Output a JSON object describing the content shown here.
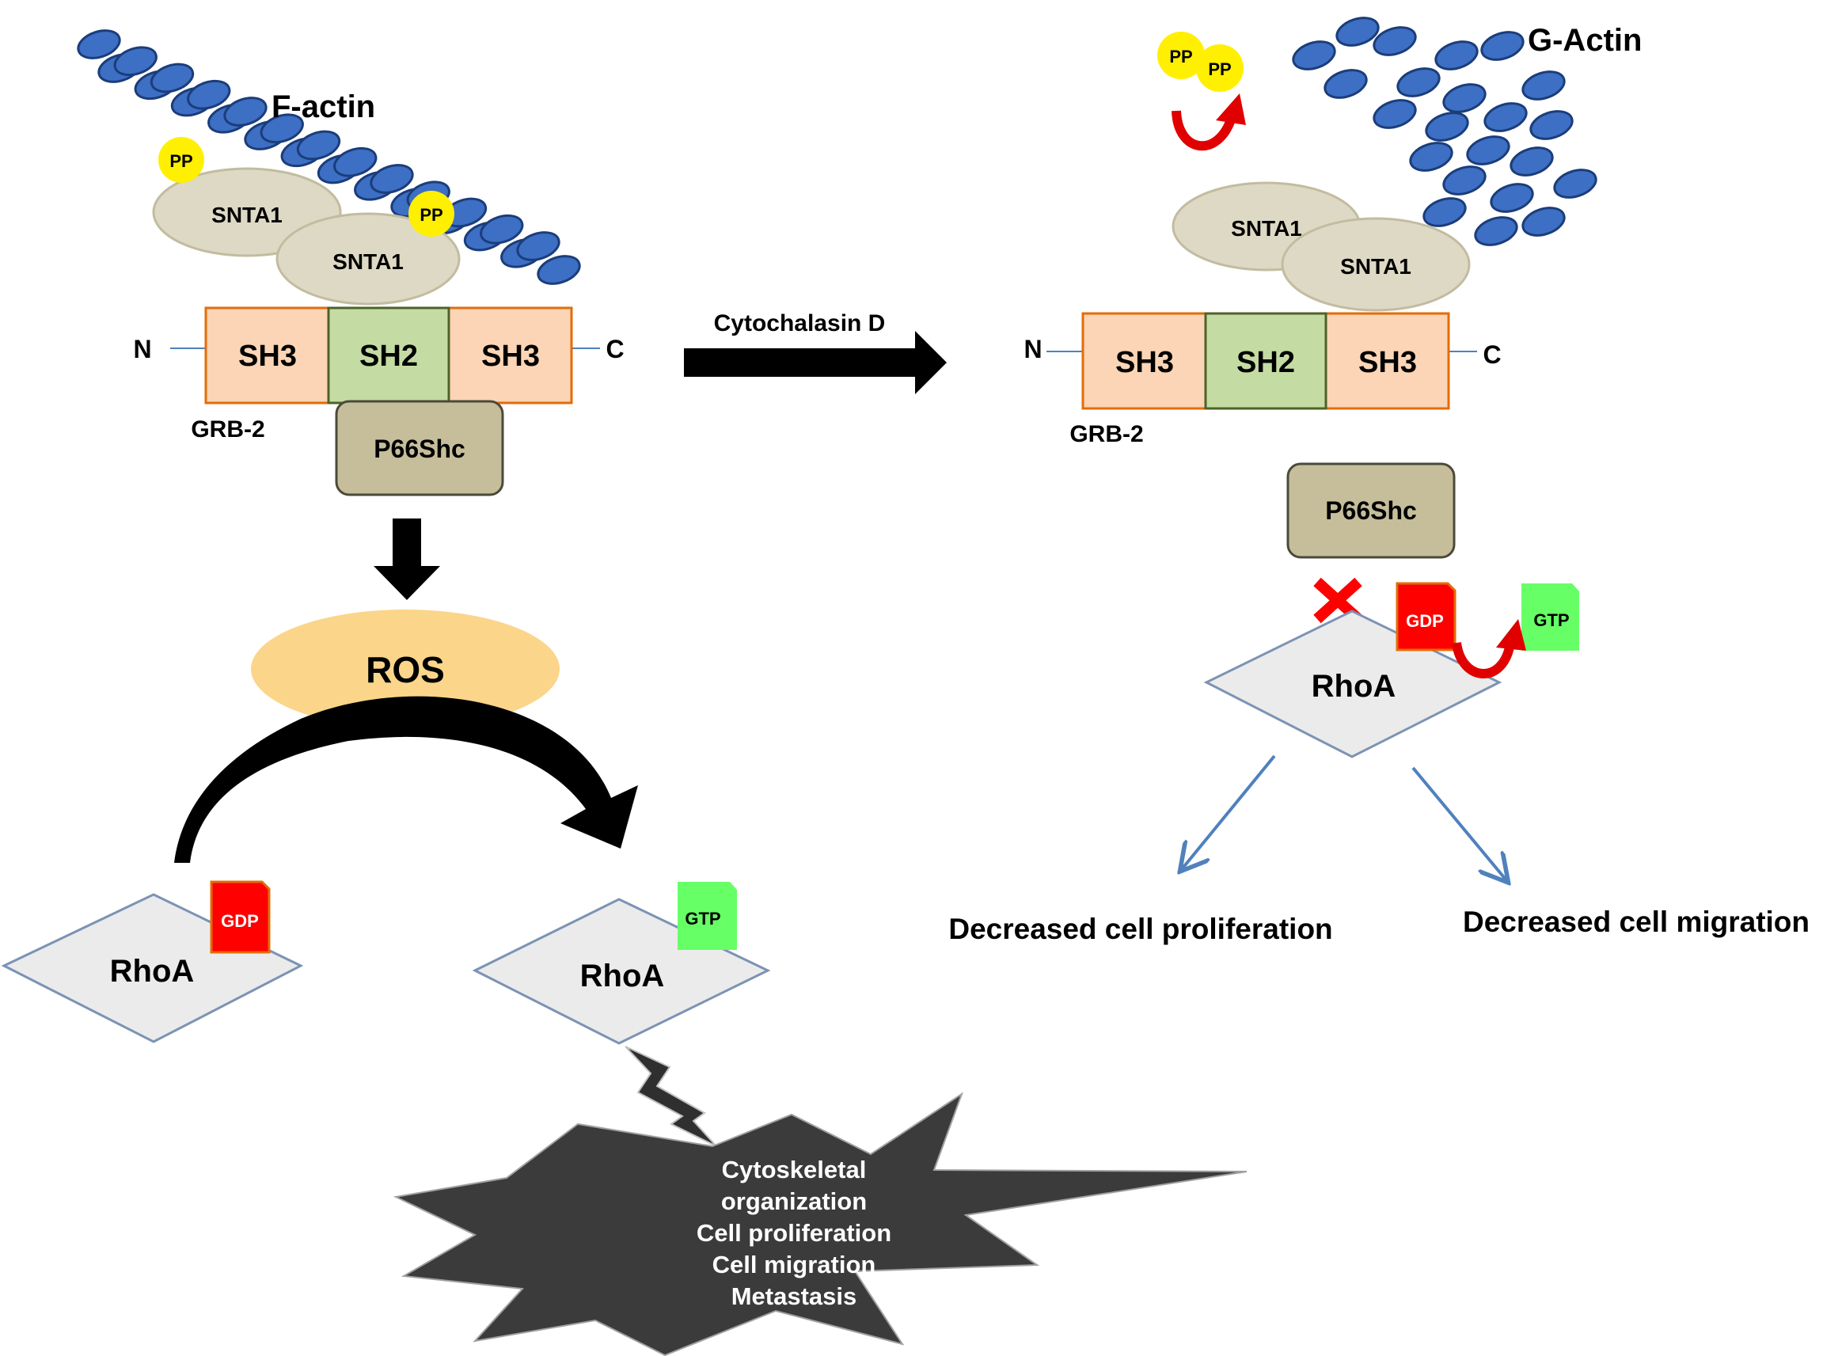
{
  "left_panel": {
    "f_actin_label": "F-actin",
    "pp_label": "PP",
    "snta1_label": "SNTA1",
    "grb2": {
      "n_label": "N",
      "c_label": "C",
      "sh3_label": "SH3",
      "sh2_label": "SH2",
      "name": "GRB-2"
    },
    "p66shc_label": "P66Shc",
    "ros_label": "ROS",
    "rhoa_label": "RhoA",
    "gdp_label": "GDP",
    "gtp_label": "GTP",
    "outcomes": {
      "line1": "Cytoskeletal",
      "line2": "organization",
      "line3": "Cell proliferation",
      "line4": "Cell migration",
      "line5": "Metastasis"
    }
  },
  "treatment_label": "Cytochalasin D",
  "right_panel": {
    "g_actin_label": "G-Actin",
    "pp_label": "PP",
    "snta1_label": "SNTA1",
    "grb2": {
      "n_label": "N",
      "c_label": "C",
      "sh3_label": "SH3",
      "sh2_label": "SH2",
      "name": "GRB-2"
    },
    "p66shc_label": "P66Shc",
    "rhoa_label": "RhoA",
    "gdp_label": "GDP",
    "gtp_label": "GTP",
    "decreased_proliferation": "Decreased cell proliferation",
    "decreased_migration": "Decreased cell migration"
  },
  "colors": {
    "actin_fill": "#3d6fc4",
    "actin_stroke": "#1b3d7a",
    "pp_fill": "#ffef00",
    "snta1_fill": "#ddd9c4",
    "sh3_fill": "#fbd5b5",
    "sh2_fill": "#c4dca4",
    "grb2_stroke": "#e36c09",
    "p66shc_fill": "#c6bd9a",
    "ros_fill": "#fbd58a",
    "rhoa_fill": "#ebebeb",
    "rhoa_stroke": "#7b93b4",
    "gdp_fill": "#ff0000",
    "gtp_fill": "#66ff66",
    "arrow_black": "#000000",
    "arrow_red": "#e00000",
    "arrow_blue": "#4f81bd",
    "burst_fill": "#3b3b3b"
  }
}
